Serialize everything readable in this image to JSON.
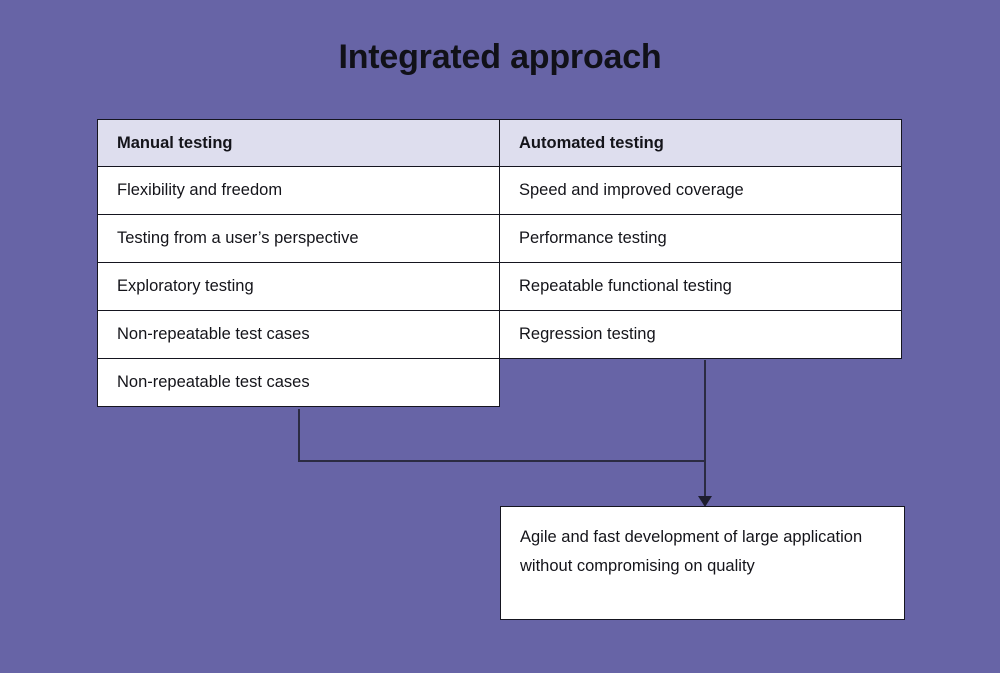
{
  "page": {
    "title": "Integrated approach",
    "background_color": "#6764a6",
    "text_color": "#14141a",
    "header_fill": "#dedeee",
    "border_color": "#15151f",
    "connector_color": "#2b2b42"
  },
  "table": {
    "columns": [
      "Manual testing",
      "Automated testing"
    ],
    "rows": [
      {
        "manual": "Flexibility and freedom",
        "automated": "Speed and improved coverage"
      },
      {
        "manual": "Testing from a user’s perspective",
        "automated": "Performance testing"
      },
      {
        "manual": "Exploratory testing",
        "automated": "Repeatable functional testing"
      },
      {
        "manual": "Non-repeatable test cases",
        "automated": "Regression testing"
      },
      {
        "manual": "Non-repeatable test cases",
        "automated": ""
      }
    ]
  },
  "outcome": {
    "text": "Agile and fast development of large application without compromising on quality"
  },
  "connectors": {
    "left_branch_label": "manual-testing-branch",
    "right_branch_label": "automated-testing-branch",
    "arrow_label": "arrow-down-icon"
  }
}
